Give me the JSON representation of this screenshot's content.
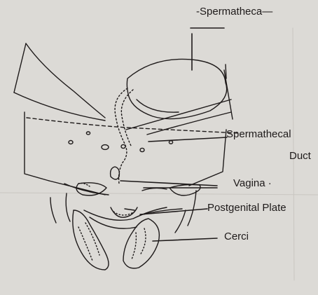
{
  "labels": {
    "spermatheca": "Spermatheca",
    "spermathecal_duct_line1": "Spermathecal",
    "spermathecal_duct_line2": "Duct",
    "vagina": "Vagina",
    "vagina_mark": "·",
    "postgenital_plate": "Postgenital Plate",
    "cerci": "Cerci"
  },
  "colors": {
    "paper": "#dcdad6",
    "ink": "#1e1a1a"
  }
}
